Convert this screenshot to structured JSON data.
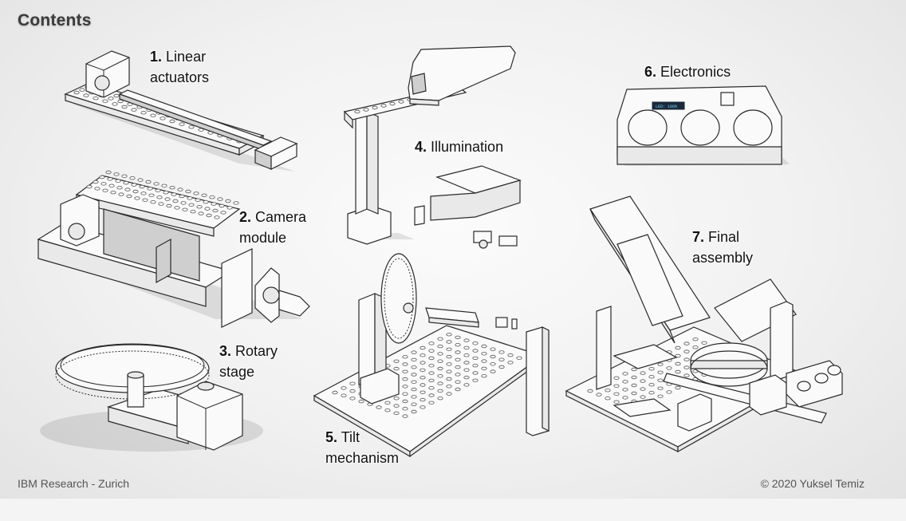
{
  "title": "Contents",
  "items": [
    {
      "num": "1.",
      "text": "Linear",
      "text2": "actuators"
    },
    {
      "num": "2.",
      "text": "Camera",
      "text2": "module"
    },
    {
      "num": "3.",
      "text": "Rotary",
      "text2": "stage"
    },
    {
      "num": "4.",
      "text": "Illumination",
      "text2": ""
    },
    {
      "num": "5.",
      "text": "Tilt",
      "text2": "mechanism"
    },
    {
      "num": "6.",
      "text": "Electronics",
      "text2": ""
    },
    {
      "num": "7.",
      "text": "Final",
      "text2": "assembly"
    }
  ],
  "electronics_display": "LED: 100%",
  "footer": {
    "left": "IBM Research - Zurich",
    "right": "© 2020 Yuksel Temiz"
  }
}
